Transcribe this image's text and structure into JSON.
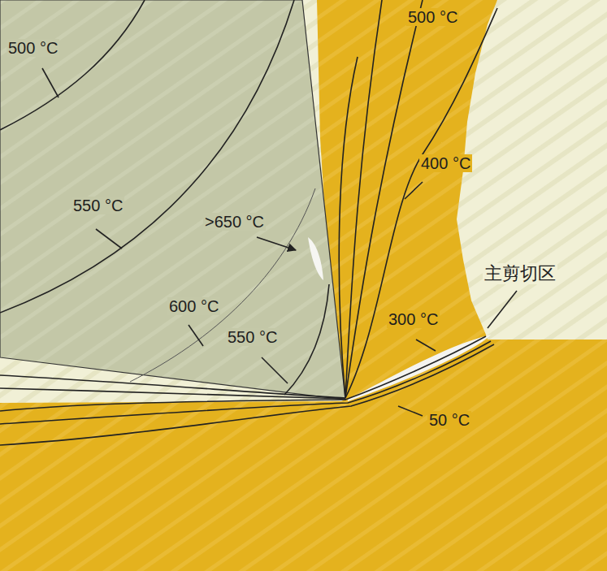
{
  "diagram": {
    "labels": [
      "500 °C",
      "500 °C",
      "400 °C",
      "550 °C",
      ">650 °C",
      "主剪切区",
      "600 °C",
      "300 °C",
      "550 °C",
      "50 °C"
    ]
  }
}
